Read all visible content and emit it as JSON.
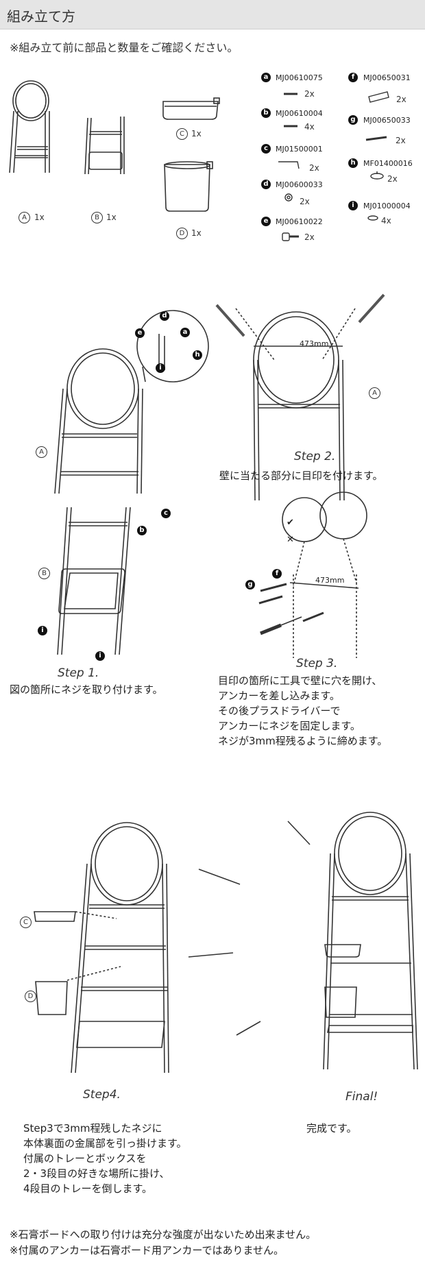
{
  "header": {
    "title": "組み立て方"
  },
  "intro": "※組み立て前に部品と数量をご確認ください。",
  "main_parts": [
    {
      "letter": "A",
      "qty": "1x"
    },
    {
      "letter": "B",
      "qty": "1x"
    },
    {
      "letter": "C",
      "qty": "1x"
    },
    {
      "letter": "D",
      "qty": "1x"
    }
  ],
  "hardware": [
    {
      "letter": "a",
      "code": "MJ00610075",
      "qty": "2x"
    },
    {
      "letter": "b",
      "code": "MJ00610004",
      "qty": "4x"
    },
    {
      "letter": "c",
      "code": "MJ01500001",
      "qty": "2x"
    },
    {
      "letter": "d",
      "code": "MJ00600033",
      "qty": "2x"
    },
    {
      "letter": "e",
      "code": "MJ00610022",
      "qty": "2x"
    },
    {
      "letter": "f",
      "code": "MJ00650031",
      "qty": "2x"
    },
    {
      "letter": "g",
      "code": "MJ00650033",
      "qty": "2x"
    },
    {
      "letter": "h",
      "code": "MF01400016",
      "qty": "2x"
    },
    {
      "letter": "i",
      "code": "MJ01000004",
      "qty": "4x"
    }
  ],
  "step1": {
    "title": "Step 1.",
    "text": "図の箇所にネジを取り付けます。"
  },
  "step2": {
    "title": "Step 2.",
    "text": "壁に当たる部分に目印を付けます。",
    "dimension": "473mm"
  },
  "step3": {
    "title": "Step 3.",
    "dimension": "473mm",
    "lines": [
      "目印の箇所に工具で壁に穴を開け、",
      "アンカーを差し込みます。",
      "その後プラスドライバーで",
      "アンカーにネジを固定します。",
      "ネジが3mm程残るように締めます。"
    ]
  },
  "step4": {
    "title": "Step4.",
    "lines": [
      "Step3で3mm程残したネジに",
      "本体裏面の金属部を引っ掛けます。",
      "付属のトレーとボックスを",
      "2・3段目の好きな場所に掛け、",
      "4段目のトレーを倒します。"
    ]
  },
  "final": {
    "title": "Final!",
    "text": "完成です。"
  },
  "notes": [
    "※石膏ボードへの取り付けは充分な強度が出ないため出来ません。",
    "※付属のアンカーは石膏ボード用アンカーではありません。"
  ],
  "labels": {
    "A": "A",
    "B": "B",
    "C": "C",
    "D": "D",
    "a": "a",
    "b": "b",
    "c": "c",
    "d": "d",
    "e": "e",
    "f": "f",
    "g": "g",
    "h": "h",
    "i": "i",
    "check": "✔",
    "cross": "✕"
  }
}
